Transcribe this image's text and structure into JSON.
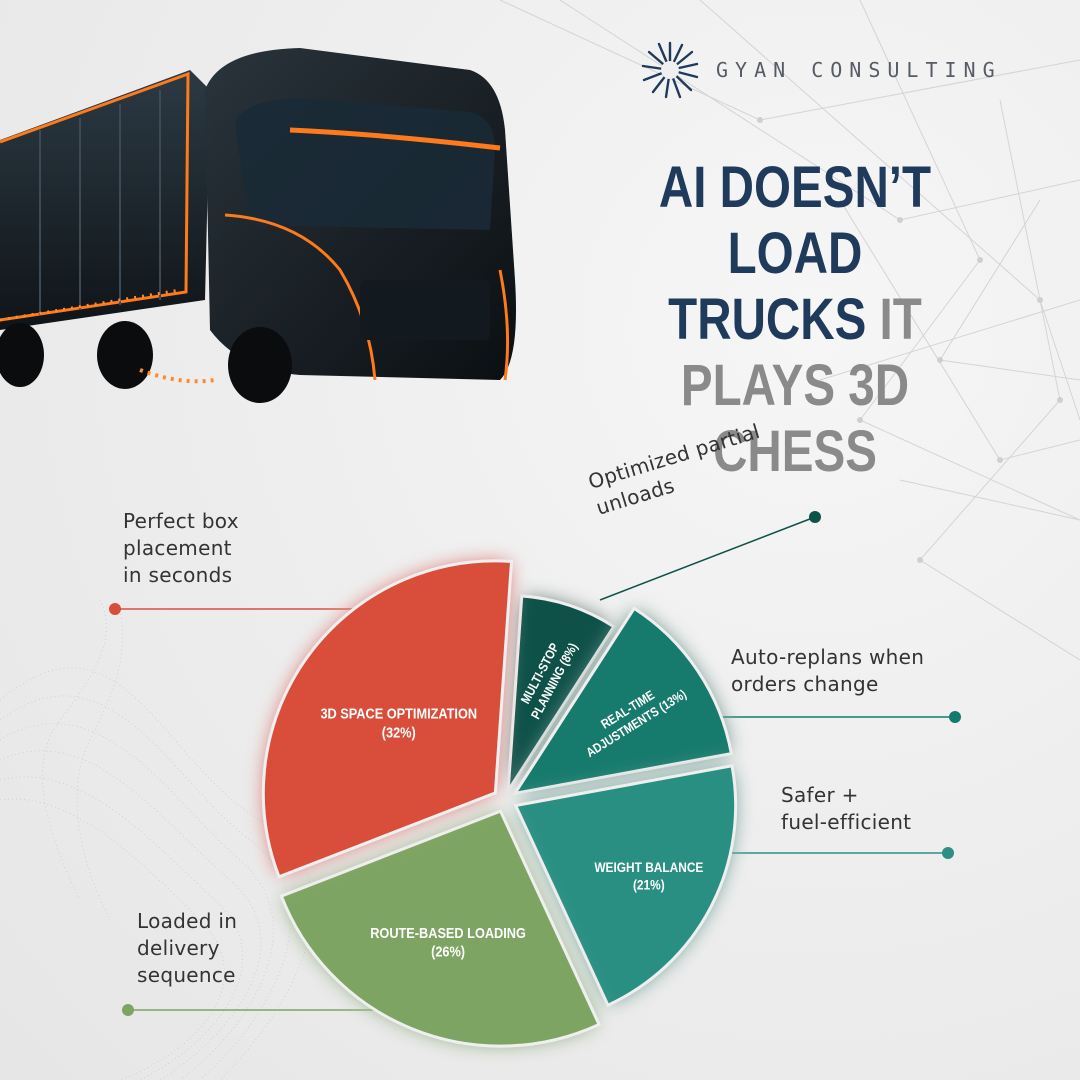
{
  "brand": {
    "name": "GYAN CONSULTING",
    "logo_icon": "sunburst-logo-icon"
  },
  "headline": {
    "line1": "AI DOESN’T",
    "line2a": "LOAD TRUCKS",
    "line2b": " IT",
    "line3": "PLAYS 3D CHESS"
  },
  "colors": {
    "navy": "#1f3a5a",
    "grey": "#8a8a8a",
    "red": "#d94e3b",
    "green": "#7ea463",
    "teal_light": "#2b8f83",
    "teal": "#127a6c",
    "teal_dark": "#0e5148"
  },
  "annotations": {
    "space": "Perfect box\nplacement\nin seconds",
    "route": "Loaded in\ndelivery\nsequence",
    "multistop": "Optimized partial\nunloads",
    "realtime": "Auto-replans when\norders change",
    "weight": "Safer +\nfuel-efficient"
  },
  "chart_data": {
    "type": "pie",
    "slices": [
      {
        "label_line1": "MULTI-STOP",
        "label_line2": "PLANNING (8%)",
        "value": 8,
        "color": "#0e5148"
      },
      {
        "label_line1": "REAL-TIME",
        "label_line2": "ADJUSTMENTS (13%)",
        "value": 13,
        "color": "#127a6c"
      },
      {
        "label_line1": "WEIGHT BALANCE",
        "label_line2": "(21%)",
        "value": 21,
        "color": "#2b8f83"
      },
      {
        "label_line1": "ROUTE-BASED LOADING",
        "label_line2": "(26%)",
        "value": 26,
        "color": "#7ea463"
      },
      {
        "label_line1": "3D SPACE OPTIMIZATION",
        "label_line2": "(32%)",
        "value": 32,
        "color": "#d94e3b"
      }
    ]
  }
}
